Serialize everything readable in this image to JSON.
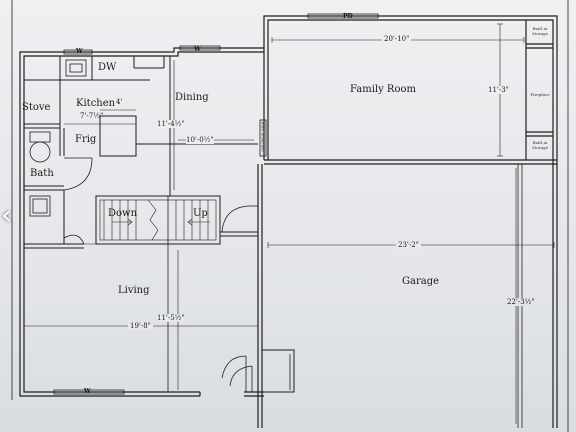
{
  "plan": {
    "rooms": {
      "family_room": "Family Room",
      "kitchen": "Kitchen",
      "dining": "Dining",
      "living": "Living",
      "garage": "Garage",
      "bath": "Bath",
      "stove": "Stove",
      "frig": "Frig",
      "dw": "DW",
      "down": "Down",
      "up": "Up"
    },
    "dimensions": {
      "family_width": "20'-10\"",
      "family_depth": "11'-3\"",
      "kitchen_width": "7'-7½\"",
      "kitchen_small": "4'",
      "dining_depth": "11'-4½\"",
      "dining_width": "10'-0½\"",
      "garage_width": "23'-2\"",
      "garage_depth": "22'-3½\"",
      "living_depth": "11'-5½\"",
      "living_width": "19'-8\""
    },
    "marks": {
      "pd": "PD",
      "w_kitchen_left": "W",
      "w_kitchen_right": "W",
      "w_living": "W"
    },
    "notes": {
      "built_in_storage_top": "Built in Storage",
      "fireplace": "Fireplace",
      "built_in_storage_bottom": "Built in Storage",
      "bookcase": "Built Bookcase"
    }
  },
  "nav": {
    "prev_glyph": "‹"
  },
  "colors": {
    "line": "#1f1f1f",
    "paper": "#e9ebee",
    "background": "#c9ccd2"
  }
}
